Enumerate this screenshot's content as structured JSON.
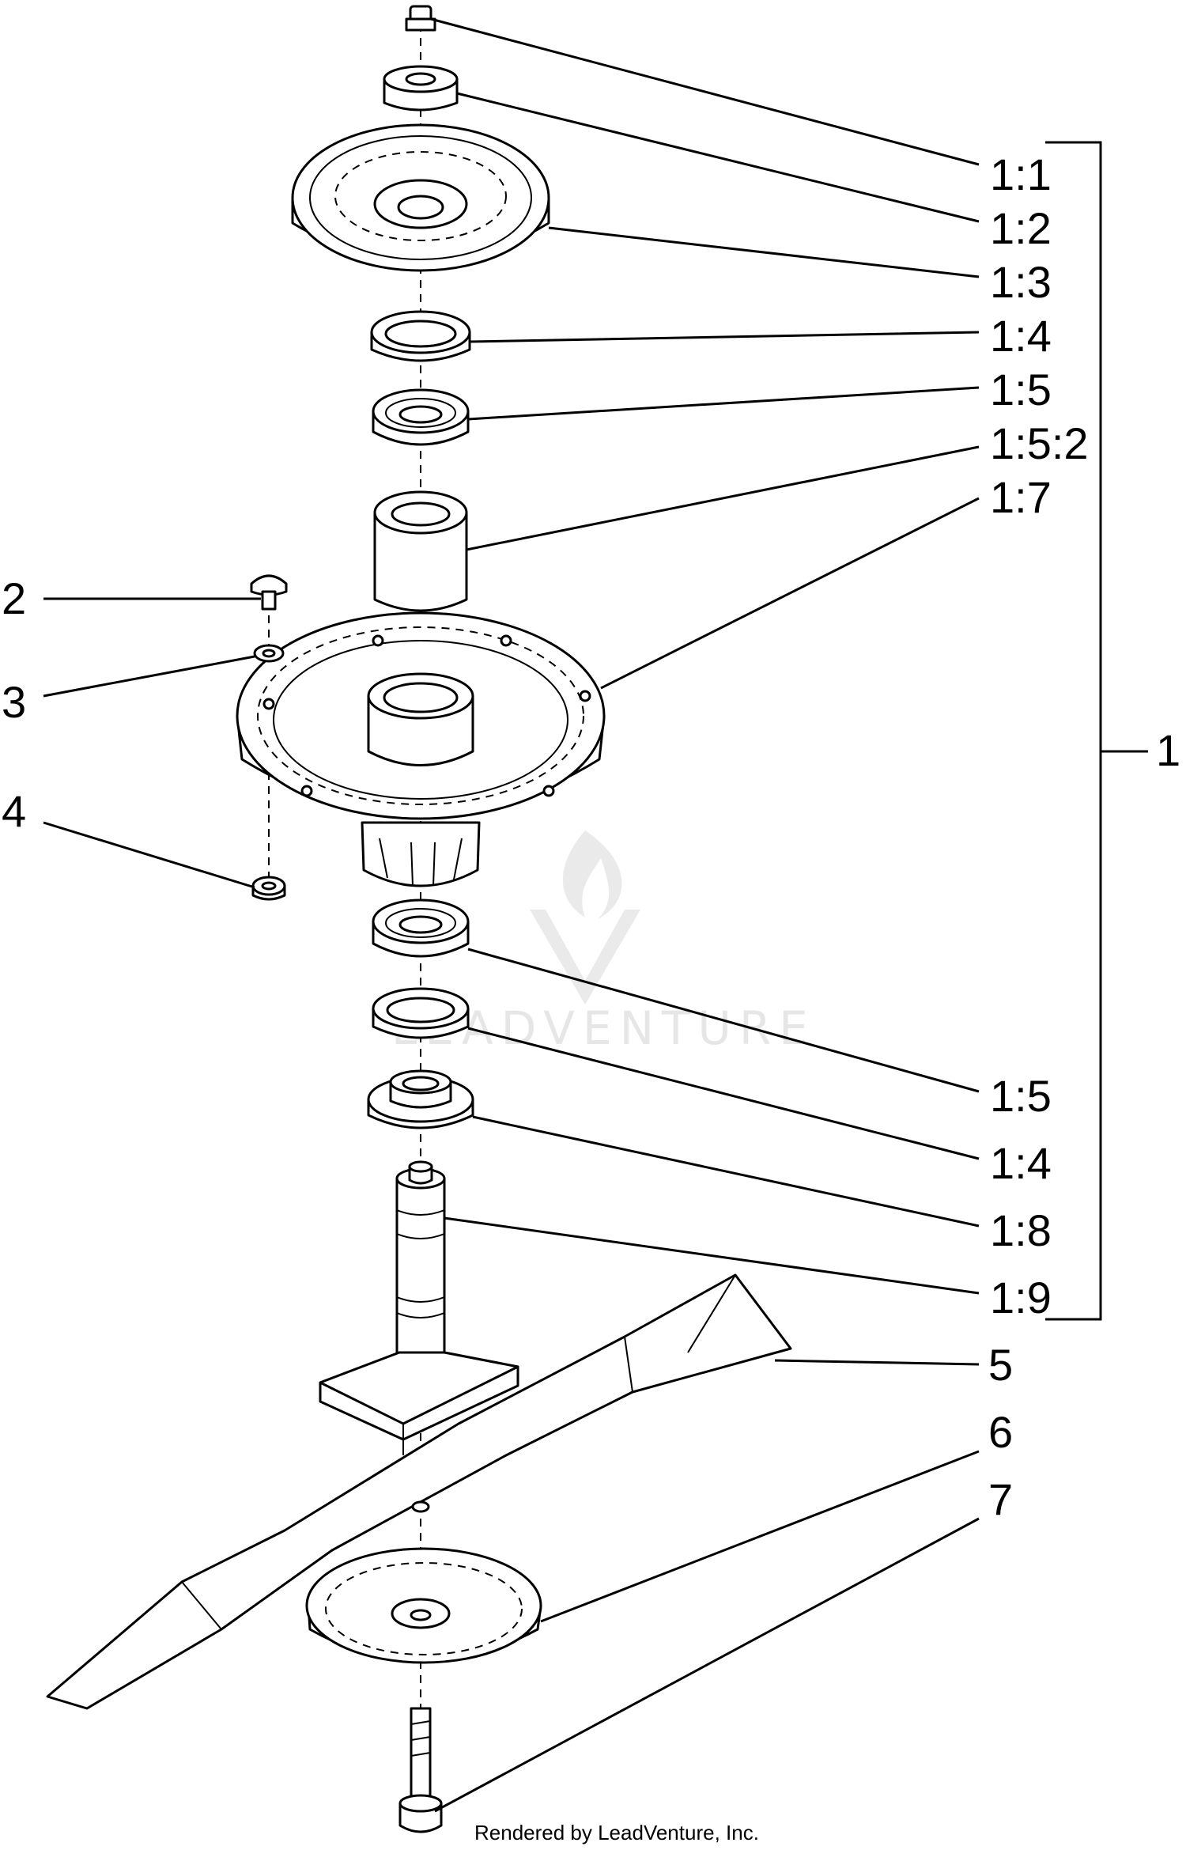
{
  "diagram": {
    "callouts": {
      "c1_1": "1:1",
      "c1_2": "1:2",
      "c1_3": "1:3",
      "c1_4_top": "1:4",
      "c1_5_top": "1:5",
      "c1_5_2": "1:5:2",
      "c1_7": "1:7",
      "c1_5_bottom": "1:5",
      "c1_4_bottom": "1:4",
      "c1_8": "1:8",
      "c1_9": "1:9",
      "c1": "1",
      "c2": "2",
      "c3": "3",
      "c4": "4",
      "c5": "5",
      "c6": "6",
      "c7": "7"
    },
    "watermark": "LEADVENTURE",
    "credit": "Rendered by LeadVenture, Inc."
  }
}
